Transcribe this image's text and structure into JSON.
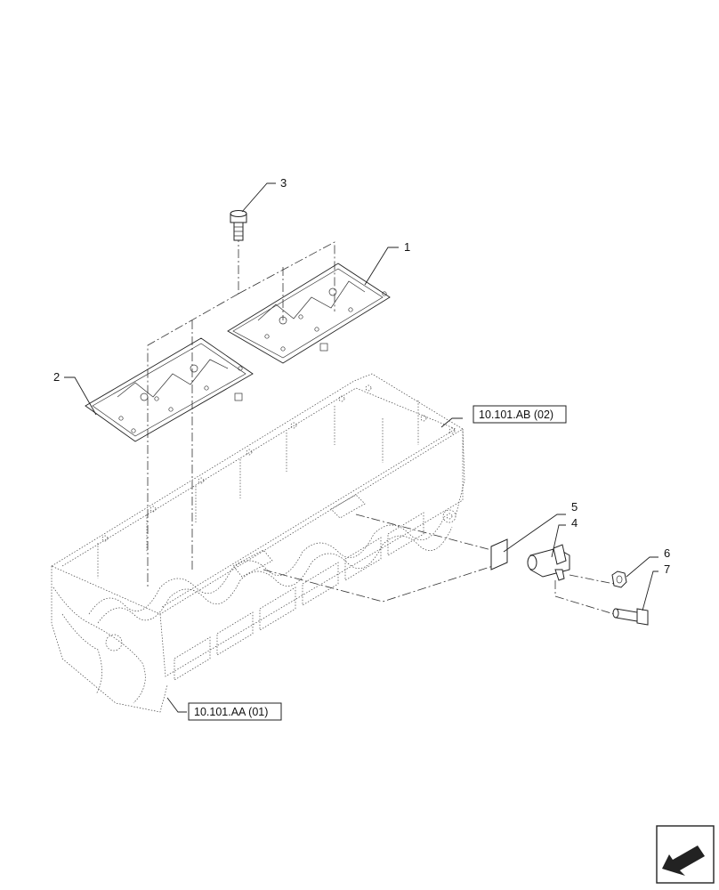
{
  "callouts": [
    {
      "id": "1",
      "text": "1"
    },
    {
      "id": "2",
      "text": "2"
    },
    {
      "id": "3",
      "text": "3"
    },
    {
      "id": "4",
      "text": "4"
    },
    {
      "id": "5",
      "text": "5"
    },
    {
      "id": "6",
      "text": "6"
    },
    {
      "id": "7",
      "text": "7"
    }
  ],
  "references": {
    "upper": "10.101.AB (02)",
    "lower": "10.101.AA (01)"
  },
  "nav_icon": "arrow-back-icon"
}
